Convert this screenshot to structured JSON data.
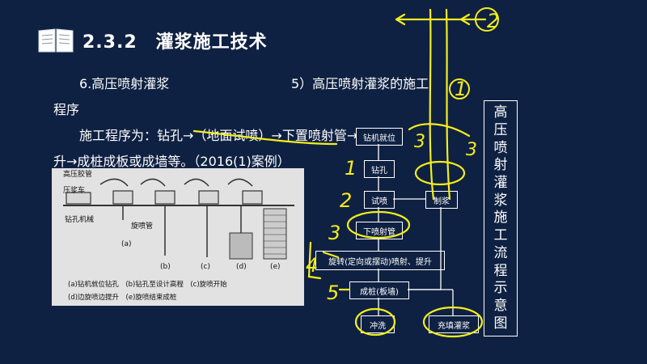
{
  "header": {
    "title": "2.3.2　灌浆施工技术"
  },
  "body": {
    "line1_left": "6.高压喷射灌浆",
    "line1_right": "5）高压喷射灌浆的施工",
    "line2": "程序",
    "line3": "施工程序为：钻孔→（地面试喷）→下置喷射管→喷射提",
    "line4": "升→成桩成板或成墙等。（2016(1)案例）"
  },
  "figure": {
    "label_hose": "高压胶管",
    "label_truck": "压浆车",
    "label_rig": "钻孔机械",
    "label_pipe": "旋喷管",
    "label_a": "(a)",
    "label_b": "(b)",
    "label_c": "(c)",
    "label_d": "(d)",
    "label_e": "(e)",
    "caption1": "(a)钻机就位钻孔　(b)钻孔至设计高程　(c)旋喷开始",
    "caption2": "(d)边旋喷边提升　(e)旋喷结束成桩"
  },
  "flowchart": {
    "step1": "钻机就位",
    "step2": "钻孔",
    "step3": "试喷",
    "step4": "下喷射管",
    "step5": "旋转(定向或摆动)喷射、提升",
    "step6": "成桩(板墙)",
    "step7": "冲洗",
    "step8": "充填灌浆",
    "side": "制浆"
  },
  "side_label": [
    "高",
    "压",
    "喷",
    "射",
    "灌",
    "浆",
    "施",
    "工",
    "流",
    "程",
    "示",
    "意",
    "图"
  ],
  "annotations": {
    "n1": "1",
    "n2": "2",
    "n3": "3",
    "n4": "4",
    "n5": "5",
    "top2": "2"
  },
  "colors": {
    "background": "#0f2142",
    "text": "#ffffff",
    "ink": "#f4ee1c"
  },
  "icons": {
    "title_icon": "open-book-icon"
  }
}
